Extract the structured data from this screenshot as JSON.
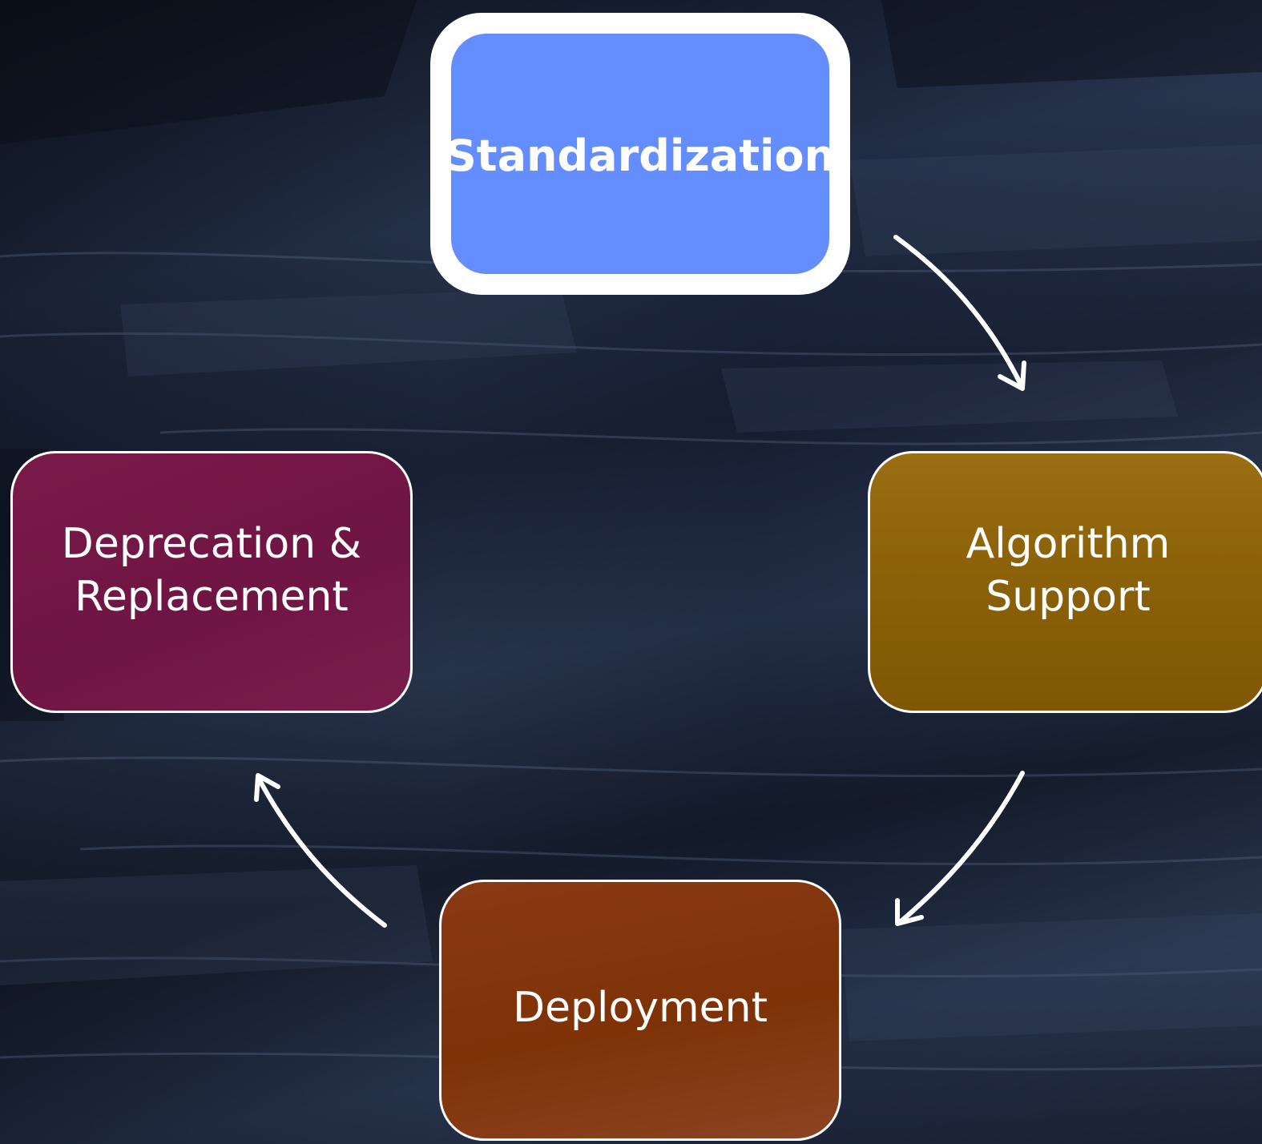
{
  "diagram": {
    "nodes": [
      {
        "id": "standardization",
        "label": "Standardization",
        "color": "#648eff"
      },
      {
        "id": "algorithm",
        "label": "Algorithm\nSupport",
        "color": "#8a6008"
      },
      {
        "id": "deployment",
        "label": "Deployment",
        "color": "#7e3206"
      },
      {
        "id": "deprecation",
        "label": "Deprecation &\nReplacement",
        "color": "#6f1543"
      }
    ],
    "edges": [
      {
        "from": "standardization",
        "to": "algorithm"
      },
      {
        "from": "algorithm",
        "to": "deployment"
      },
      {
        "from": "deployment",
        "to": "deprecation"
      }
    ]
  }
}
